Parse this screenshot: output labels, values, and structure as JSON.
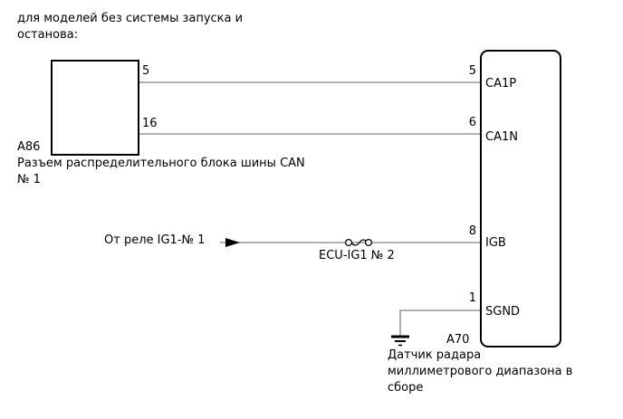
{
  "note": "для моделей без системы запуска и останова:",
  "connector_a86": {
    "id": "A86",
    "label": "Разъем распределительного блока шины CAN № 1",
    "pins": [
      {
        "number": "5"
      },
      {
        "number": "16"
      }
    ]
  },
  "ecu_a70": {
    "id": "A70",
    "label": "Датчик радара миллиметрового диапазона в сборе",
    "pins": [
      {
        "number": "5",
        "name": "CA1P"
      },
      {
        "number": "6",
        "name": "CA1N"
      },
      {
        "number": "8",
        "name": "IGB"
      },
      {
        "number": "1",
        "name": "SGND"
      }
    ]
  },
  "power": {
    "source_label": "От реле IG1-№ 1",
    "fuse_label": "ECU-IG1 № 2"
  },
  "colors": {
    "background": "#ffffff",
    "wire": "#808080",
    "symbol": "#000000"
  }
}
